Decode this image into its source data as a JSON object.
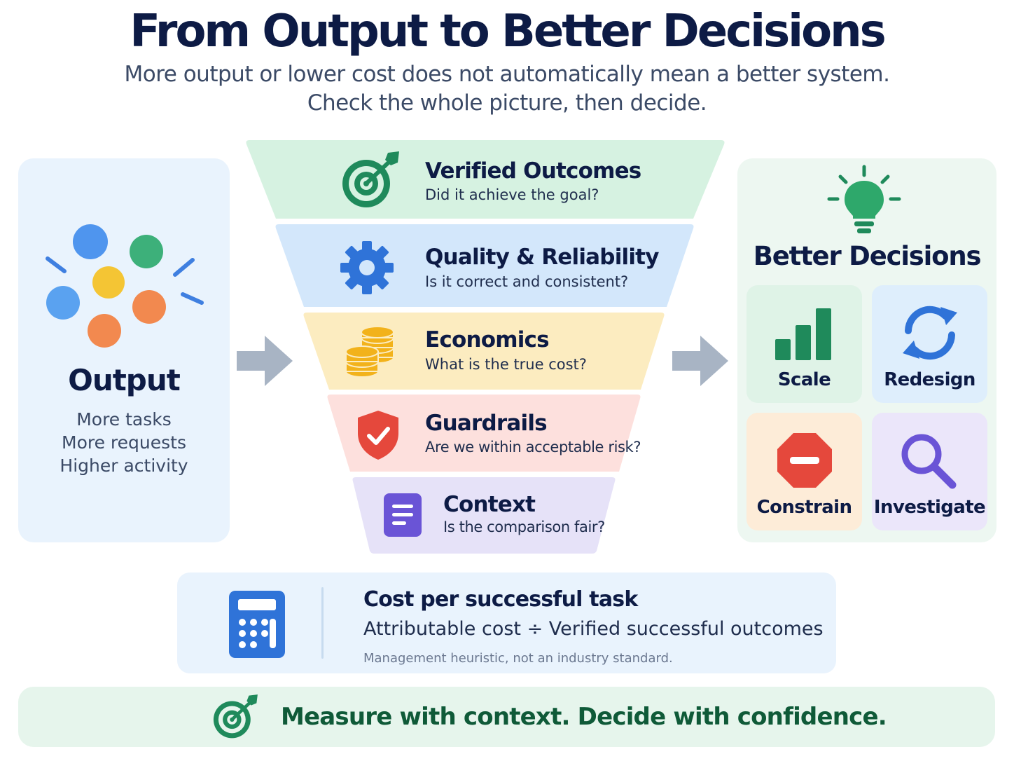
{
  "header": {
    "title": "From Output to Better Decisions",
    "subtitle_line1": "More output or lower cost does not automatically mean a better system.",
    "subtitle_line2": "Check the whole picture, then decide."
  },
  "output": {
    "title": "Output",
    "lines": [
      "More tasks",
      "More requests",
      "Higher activity"
    ]
  },
  "funnel": [
    {
      "title": "Verified Outcomes",
      "question": "Did it achieve the goal?",
      "icon": "target-icon",
      "color": "#d6f2e1"
    },
    {
      "title": "Quality & Reliability",
      "question": "Is it correct and consistent?",
      "icon": "gear-icon",
      "color": "#d3e7fb"
    },
    {
      "title": "Economics",
      "question": "What is the true cost?",
      "icon": "coins-icon",
      "color": "#fcecc0"
    },
    {
      "title": "Guardrails",
      "question": "Are we within acceptable risk?",
      "icon": "shield-check-icon",
      "color": "#fde0dd"
    },
    {
      "title": "Context",
      "question": "Is the comparison fair?",
      "icon": "document-icon",
      "color": "#e6e2f8"
    }
  ],
  "decisions": {
    "title": "Better Decisions",
    "options": [
      {
        "label": "Scale",
        "icon": "bar-chart-icon",
        "color": "#dff3e7"
      },
      {
        "label": "Redesign",
        "icon": "refresh-icon",
        "color": "#deeefc"
      },
      {
        "label": "Constrain",
        "icon": "stop-sign-icon",
        "color": "#fdecd8"
      },
      {
        "label": "Investigate",
        "icon": "magnifier-icon",
        "color": "#ebe6fa"
      }
    ]
  },
  "metric": {
    "title": "Cost per successful task",
    "formula": "Attributable cost ÷ Verified successful outcomes",
    "note": "Management heuristic, not an industry standard.",
    "icon": "calculator-icon"
  },
  "footer": {
    "text": "Measure with context. Decide with confidence.",
    "icon": "target-icon"
  },
  "colors": {
    "green": "#1f8a5b",
    "blue": "#2f73d8",
    "yellow": "#f2b21b",
    "red": "#e5483c",
    "purple": "#6a54d6",
    "arrow": "#a8b4c4"
  }
}
